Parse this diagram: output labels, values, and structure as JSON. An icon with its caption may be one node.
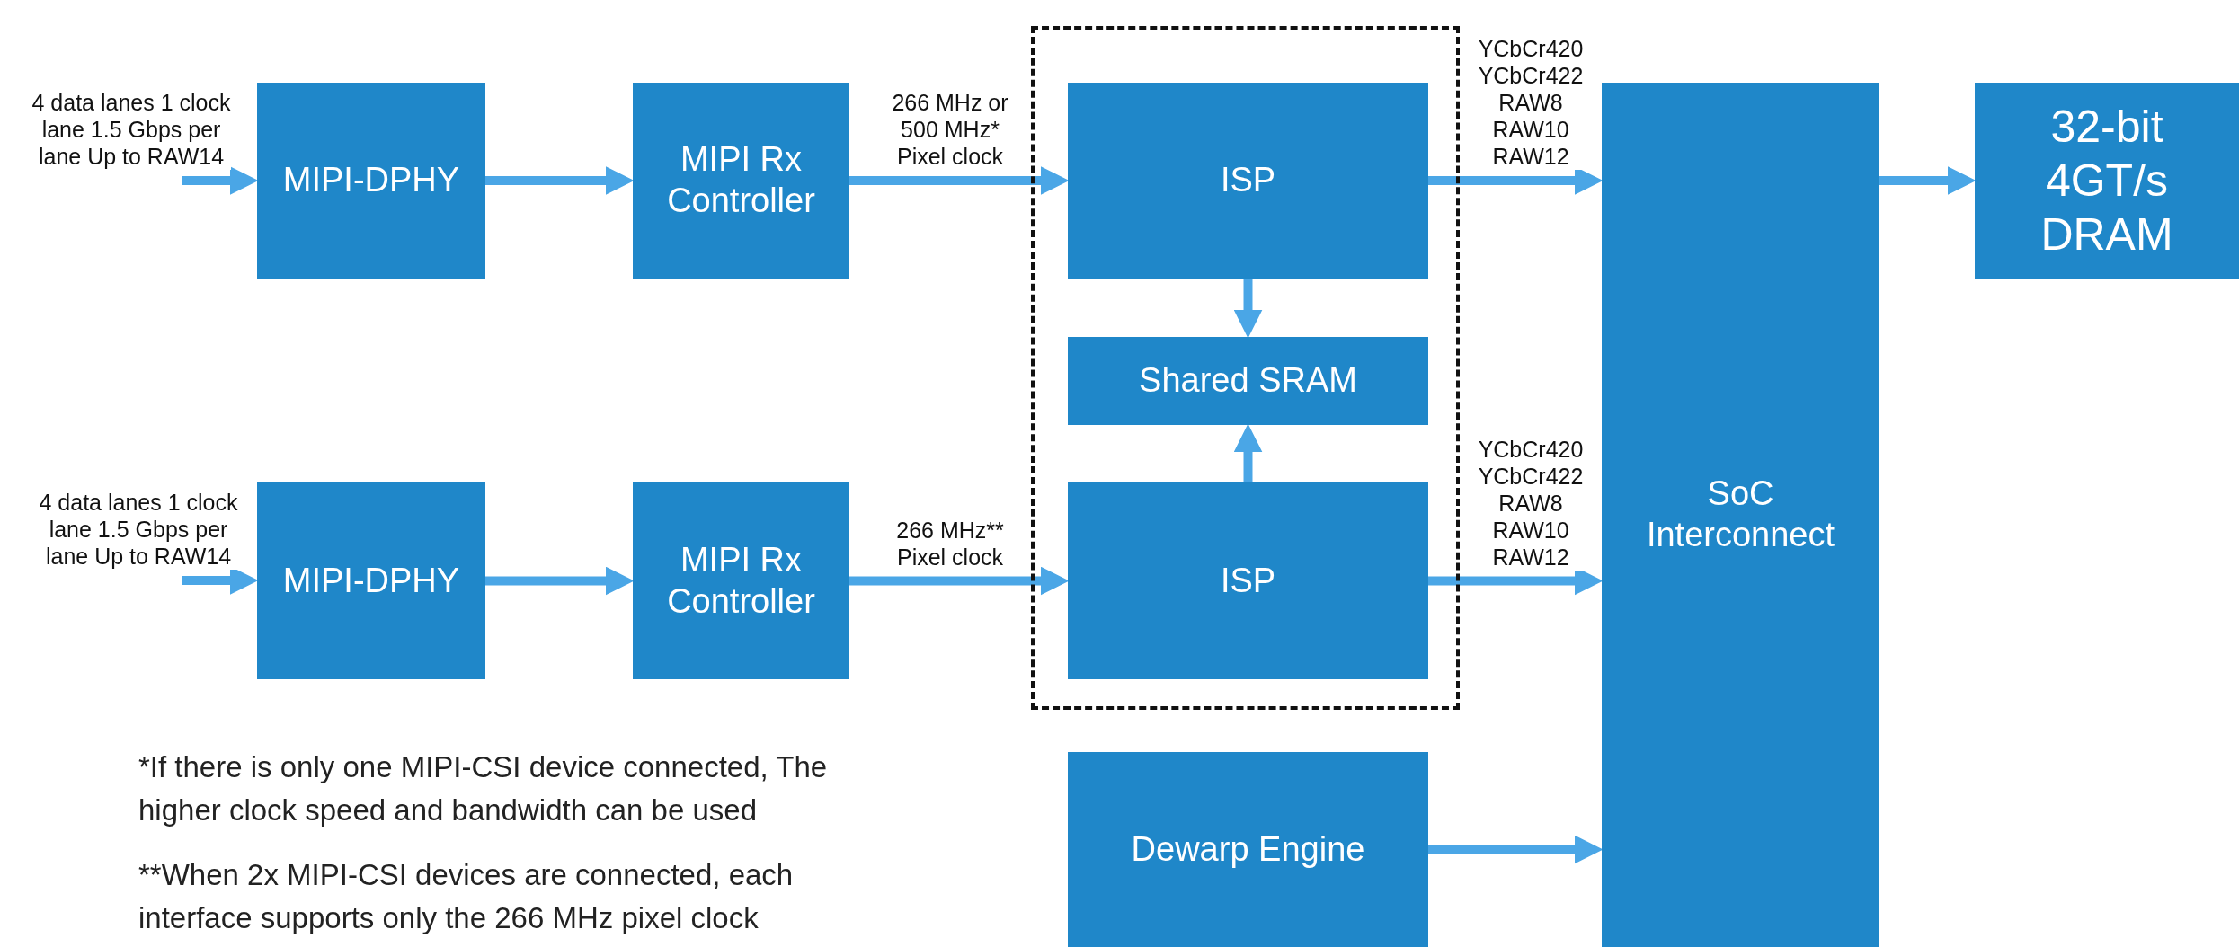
{
  "diagram": {
    "nodes": [
      {
        "text": [
          "MIPI-DPHY"
        ]
      },
      {
        "text": [
          "MIPI Rx Controller"
        ]
      },
      {
        "text": [],
        "shape": "box"
      },
      {
        "text": [
          "ISP"
        ],
        "in": 2
      },
      {
        "text": [
          "Shared SRAM"
        ],
        "in": 2
      },
      {
        "text": [
          "ISP"
        ],
        "in": 2
      },
      {
        "text": [
          "SoC Interconnect"
        ]
      },
      {
        "text": [
          "32-bit 4GT/s DRAM"
        ]
      },
      {
        "text": [
          "MIPI-DPHY"
        ]
      },
      {
        "text": [
          "MIPI Rx Controller"
        ]
      },
      {
        "text": [
          "Dewarp Engine"
        ]
      }
    ],
    "edges": [
      {
        "from": null,
        "to": 0,
        "arrow": "to",
        "label": "4 data lanes 1 clock lane 1.5 Gbps per lane Up to RAW14"
      },
      {
        "from": 0,
        "to": 1,
        "arrow": "to"
      },
      {
        "from": 1,
        "to": 3,
        "arrow": "to",
        "label": "266 MHz or 500 MHz* Pixel clock"
      },
      {
        "from": 3,
        "to": 6,
        "arrow": "to",
        "label": "YCbCr420 YCbCr422 RAW8 RAW10 RAW12"
      },
      {
        "from": 3,
        "to": 4,
        "arrow": "to"
      },
      {
        "from": 5,
        "to": 4,
        "arrow": "to"
      },
      {
        "from": 6,
        "to": 7,
        "arrow": "to"
      },
      {
        "from": null,
        "to": 8,
        "arrow": "to",
        "label": "4 data lanes 1 clock lane 1.5 Gbps per lane Up to RAW14"
      },
      {
        "from": 8,
        "to": 9,
        "arrow": "to"
      },
      {
        "from": 9,
        "to": 5,
        "arrow": "to",
        "label": "266 MHz** Pixel clock"
      },
      {
        "from": 5,
        "to": 6,
        "arrow": "to",
        "label": "YCbCr420 YCbCr422 RAW8 RAW10 RAW12"
      },
      {
        "from": 10,
        "to": 6,
        "arrow": "to"
      }
    ],
    "labels": [
      "*If there is only one MIPI-CSI device connected, The higher clock speed and bandwidth can be used",
      "**When 2x MIPI-CSI devices are connected, each interface supports only the 266 MHz pixel clock"
    ]
  }
}
